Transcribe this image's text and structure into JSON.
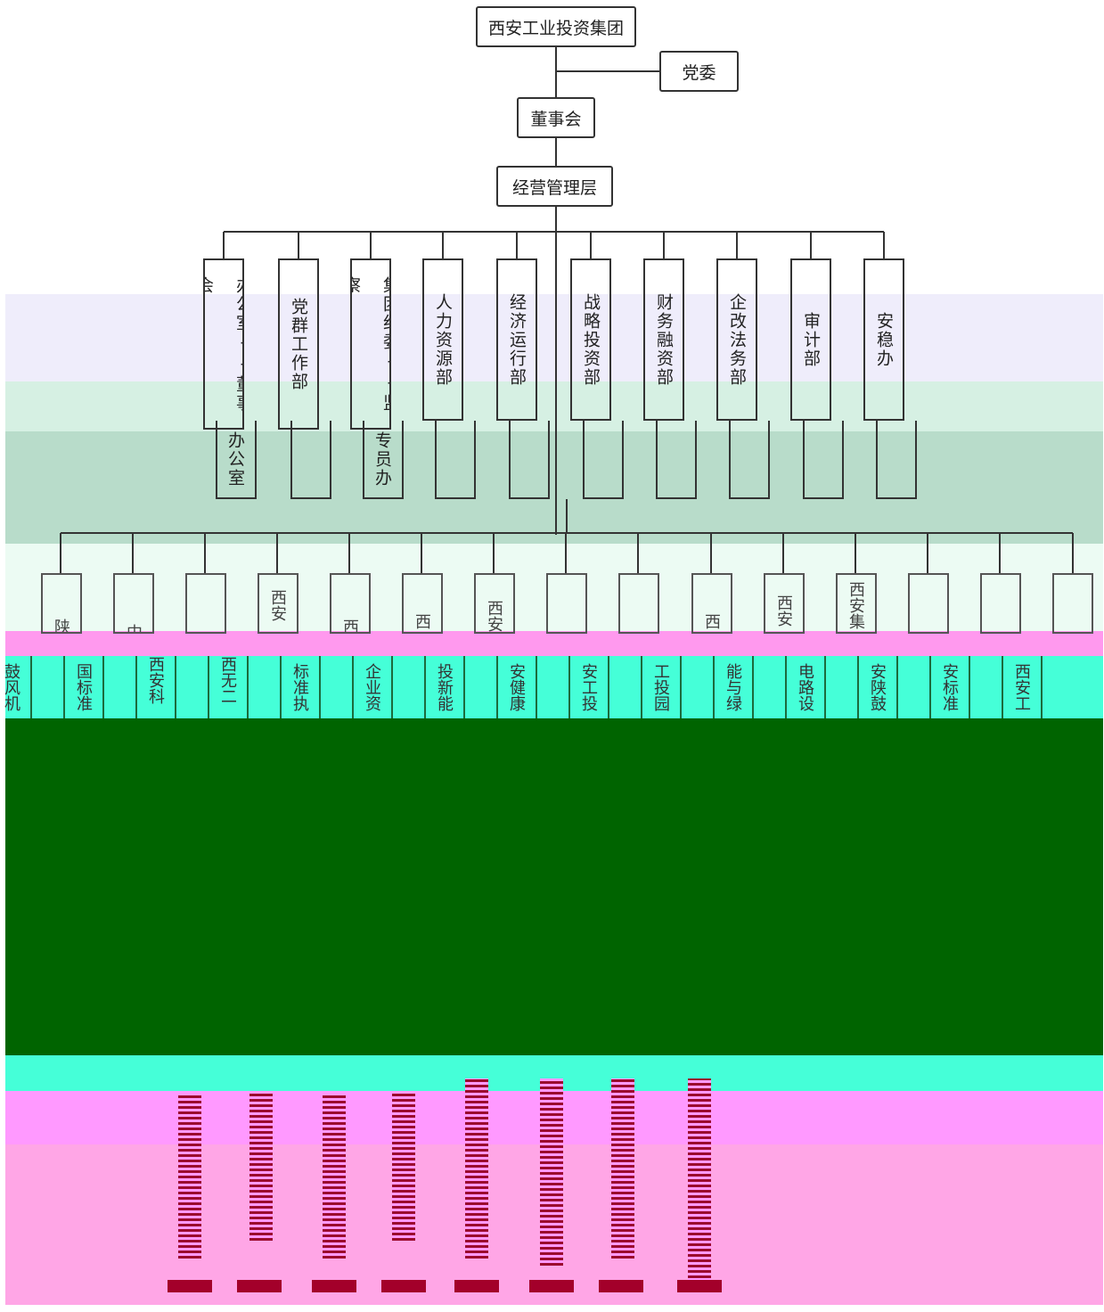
{
  "colors": {
    "band_lavender": "#efedfb",
    "band_mint": "#d6f0e3",
    "band_sage": "#b8dcca",
    "band_pale": "#ecfbf3",
    "band_pink": "#ff99ee",
    "band_cyan": "#45ffd8",
    "band_green": "#006400",
    "band_rose": "#ffa6e6",
    "band_magenta": "#ff99ff",
    "line": "#333333"
  },
  "top": {
    "group": "西安工业投资集团",
    "party_committee": "党委",
    "board": "董事会",
    "management": "经营管理层"
  },
  "departments": [
    {
      "upper": "办公室--董事会",
      "lower": "办公室"
    },
    {
      "upper": "党群工作部",
      "lower": ""
    },
    {
      "upper": "集团纪委--监察",
      "lower": "专员办"
    },
    {
      "upper": "人力资源部",
      "lower": ""
    },
    {
      "upper": "经济运行部",
      "lower": ""
    },
    {
      "upper": "战略投资部",
      "lower": ""
    },
    {
      "upper": "财务融资部",
      "lower": ""
    },
    {
      "upper": "企改法务部",
      "lower": ""
    },
    {
      "upper": "审计部",
      "lower": ""
    },
    {
      "upper": "安稳办",
      "lower": ""
    }
  ],
  "subsidiaries_top": [
    "陕",
    "中",
    "",
    "西安市",
    "西",
    "西",
    "西安",
    "",
    "",
    "西",
    "西安",
    "西安集",
    "",
    "",
    ""
  ],
  "subsidiaries_mid": [
    "鼓风机",
    "国标准",
    "西安科技",
    "西无二电",
    "标准执",
    "企业资",
    "投新能",
    "安健康",
    "安工投",
    "工投园",
    "能与绿",
    "电路设",
    "安陕鼓",
    "安标准",
    "西安工"
  ]
}
